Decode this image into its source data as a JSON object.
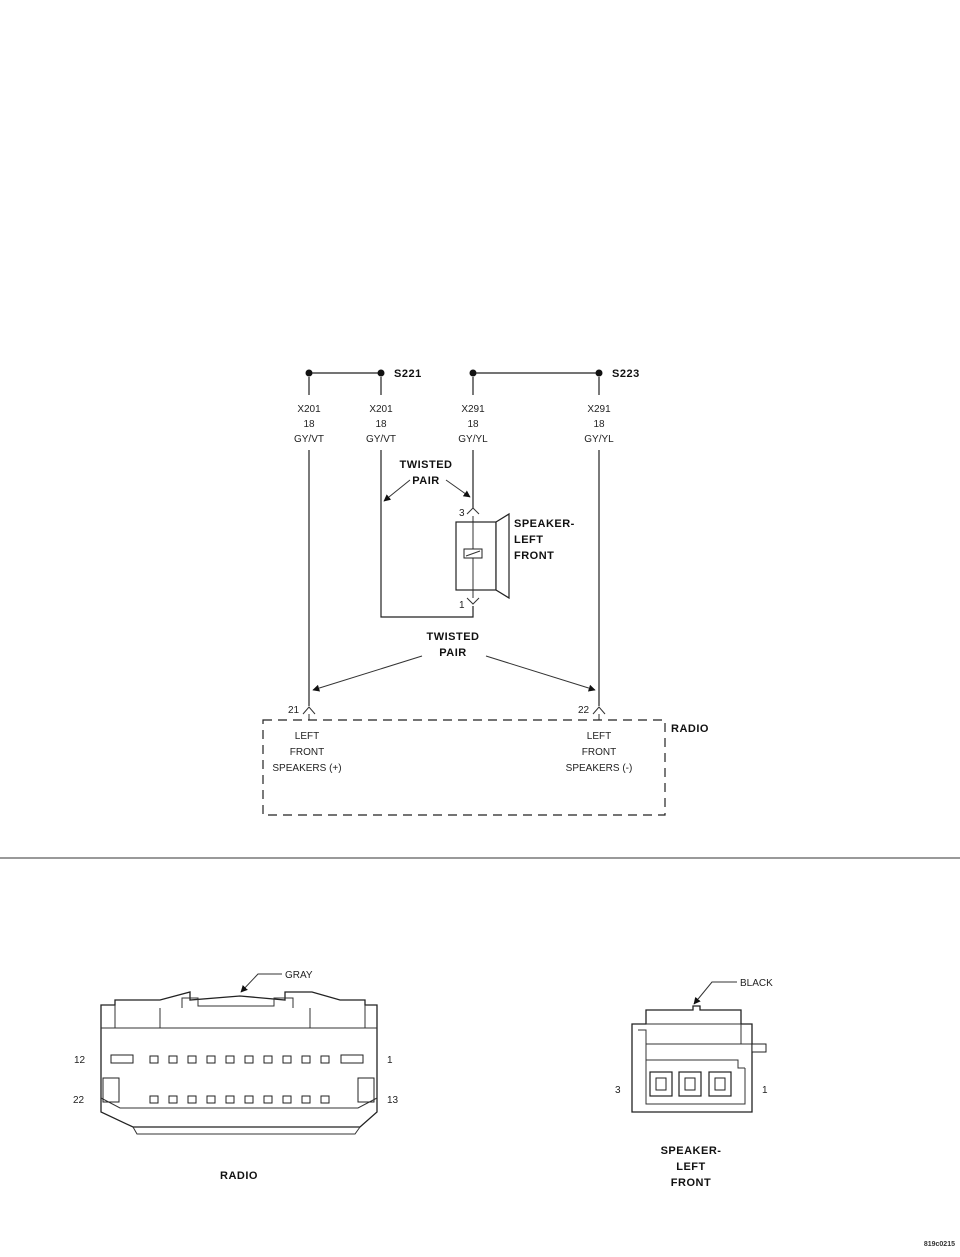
{
  "splices": {
    "s221": "S221",
    "s223": "S223"
  },
  "wires": [
    {
      "circuit": "X201",
      "gauge": "18",
      "color": "GY/VT"
    },
    {
      "circuit": "X201",
      "gauge": "18",
      "color": "GY/VT"
    },
    {
      "circuit": "X291",
      "gauge": "18",
      "color": "GY/YL"
    },
    {
      "circuit": "X291",
      "gauge": "18",
      "color": "GY/YL"
    }
  ],
  "twisted_pair_top": [
    "TWISTED",
    "PAIR"
  ],
  "twisted_pair_bottom": [
    "TWISTED",
    "PAIR"
  ],
  "speaker": {
    "label": [
      "SPEAKER-",
      "LEFT",
      "FRONT"
    ],
    "pin_top": "3",
    "pin_bottom": "1"
  },
  "radio": {
    "label": "RADIO",
    "pin_left": "21",
    "pin_right": "22",
    "left_function": [
      "LEFT",
      "FRONT",
      "SPEAKERS (+)"
    ],
    "right_function": [
      "LEFT",
      "FRONT",
      "SPEAKERS (-)"
    ]
  },
  "radio_connector": {
    "color": "GRAY",
    "pin_12": "12",
    "pin_1": "1",
    "pin_22": "22",
    "pin_13": "13",
    "title": "RADIO"
  },
  "speaker_connector": {
    "color": "BLACK",
    "pin_3": "3",
    "pin_1": "1",
    "title": [
      "SPEAKER-",
      "LEFT",
      "FRONT"
    ]
  },
  "figure_id": "819c0215"
}
